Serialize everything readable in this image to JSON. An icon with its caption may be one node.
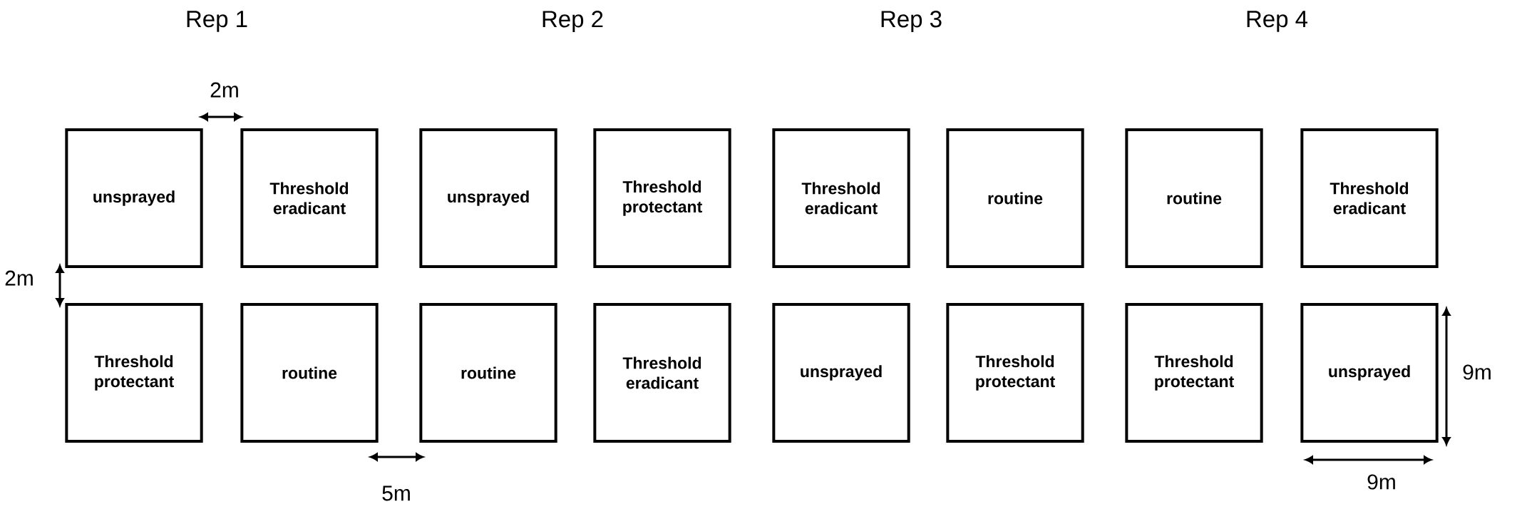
{
  "diagram": {
    "nodes": [
      {
        "text": [
          "unsprayed"
        ]
      },
      {
        "text": [
          "Threshold eradicant"
        ]
      },
      {
        "text": [
          "unsprayed"
        ]
      },
      {
        "text": [
          "Threshold protectant"
        ]
      },
      {
        "text": [
          "Threshold eradicant"
        ]
      },
      {
        "text": [
          "routine"
        ]
      },
      {
        "text": [
          "routine"
        ]
      },
      {
        "text": [
          "Threshold eradicant"
        ]
      },
      {
        "text": [
          "Threshold protectant"
        ]
      },
      {
        "text": [
          "routine"
        ]
      },
      {
        "text": [
          "routine"
        ]
      },
      {
        "text": [
          "Threshold eradicant"
        ]
      },
      {
        "text": [
          "unsprayed"
        ]
      },
      {
        "text": [
          "Threshold protectant"
        ]
      },
      {
        "text": [
          "Threshold protectant"
        ]
      },
      {
        "text": [
          "unsprayed"
        ]
      }
    ],
    "edges": [],
    "labels": [
      "Rep 1",
      "Rep 2",
      "Rep 3",
      "Rep 4",
      "2m",
      "2m",
      "9m",
      "9m",
      "5m"
    ]
  }
}
